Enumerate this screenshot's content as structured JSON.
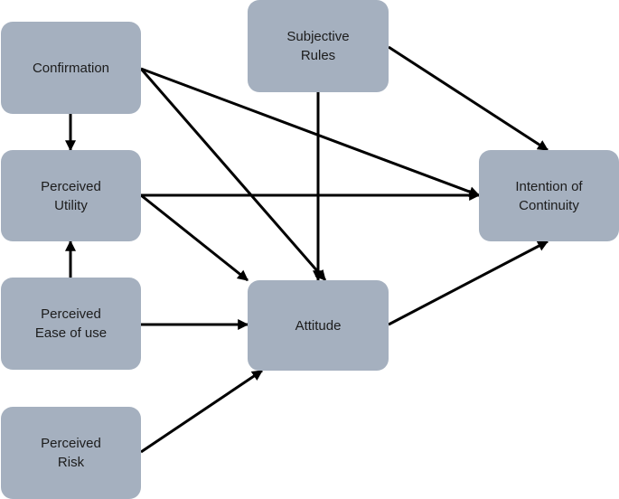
{
  "diagram": {
    "colors": {
      "node_fill": "#a5b0bf",
      "arrow": "#000000",
      "text": "#1c1c1c"
    },
    "nodes": {
      "confirmation": {
        "label": "Confirmation"
      },
      "perceived_utility": {
        "label": "Perceived\nUtility"
      },
      "perceived_ease": {
        "label": "Perceived\nEase of use"
      },
      "perceived_risk": {
        "label": "Perceived\nRisk"
      },
      "subjective_rules": {
        "label": "Subjective\nRules"
      },
      "attitude": {
        "label": "Attitude"
      },
      "intention": {
        "label": "Intention of\nContinuity"
      }
    },
    "edges": [
      {
        "from": "confirmation",
        "to": "perceived_utility"
      },
      {
        "from": "confirmation",
        "to": "attitude"
      },
      {
        "from": "confirmation",
        "to": "intention"
      },
      {
        "from": "perceived_ease",
        "to": "perceived_utility"
      },
      {
        "from": "perceived_ease",
        "to": "attitude"
      },
      {
        "from": "perceived_utility",
        "to": "intention"
      },
      {
        "from": "perceived_utility",
        "to": "attitude"
      },
      {
        "from": "subjective_rules",
        "to": "intention"
      },
      {
        "from": "subjective_rules",
        "to": "attitude"
      },
      {
        "from": "perceived_risk",
        "to": "attitude"
      },
      {
        "from": "attitude",
        "to": "intention"
      }
    ]
  }
}
